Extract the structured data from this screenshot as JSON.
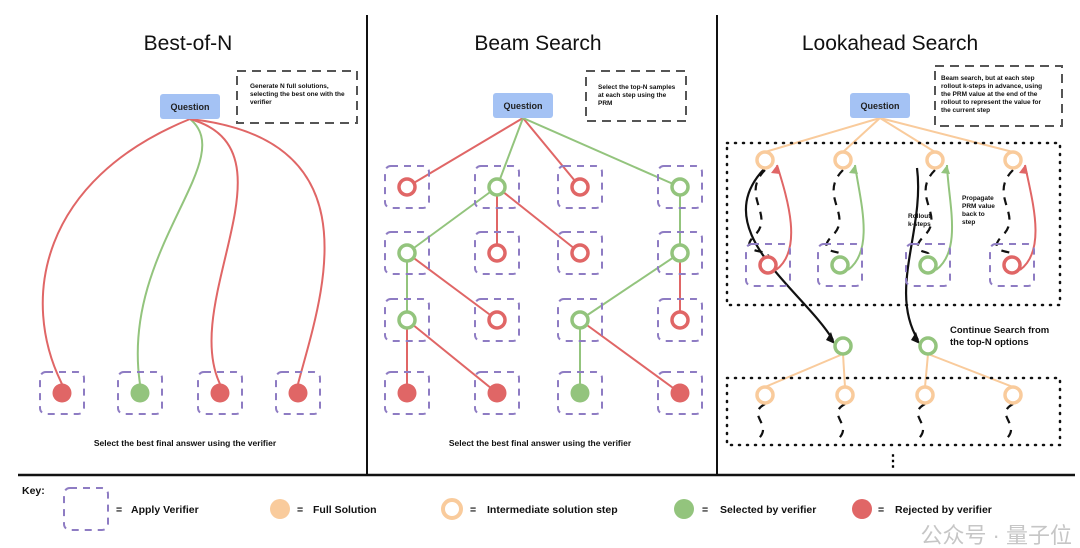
{
  "colors": {
    "red": "#e06666",
    "green": "#93c47d",
    "orange": "#f9cb9c",
    "verifier": "#8e7cc3",
    "question": "#a4c2f4"
  },
  "panels": [
    {
      "title": "Best-of-N",
      "question": "Question",
      "note": [
        "Generate N full solutions,",
        "selecting the best one with the",
        "verifier"
      ],
      "caption": "Select the best final answer using the verifier",
      "leaves": [
        "red",
        "green",
        "red",
        "red"
      ]
    },
    {
      "title": "Beam Search",
      "question": "Question",
      "note": [
        "Select the top-N samples",
        "at each step using the",
        "PRM"
      ],
      "caption": "Select the best final answer using the verifier",
      "rows": [
        [
          "red",
          "green",
          "red",
          "green"
        ],
        [
          "green",
          "red",
          "red",
          "green"
        ],
        [
          "green",
          "red",
          "green",
          "red"
        ],
        [
          "red",
          "red",
          "green",
          "red"
        ]
      ]
    },
    {
      "title": "Lookahead Search",
      "question": "Question",
      "note": [
        "Beam search, but at each step",
        "rollout k-steps in advance, using",
        "the PRM value at the end of the",
        "rollout to represent the value for",
        "the current step"
      ],
      "rollout_label": [
        "Rollout",
        "k-steps"
      ],
      "propagate_label": [
        "Propagate",
        "PRM value",
        "back to",
        "step"
      ],
      "continue_label": [
        "Continue Search from",
        "the top-N options"
      ],
      "rollout_leaves": [
        "red",
        "green",
        "green",
        "red"
      ],
      "ellipsis": "⋮"
    }
  ],
  "key": {
    "title": "Key:",
    "items": [
      {
        "icon": "dashed-box",
        "label": "Apply Verifier"
      },
      {
        "icon": "filled-orange-circle",
        "label": "Full Solution"
      },
      {
        "icon": "orange-ring",
        "label": "Intermediate solution step"
      },
      {
        "icon": "filled-green-circle",
        "label": "Selected by verifier"
      },
      {
        "icon": "filled-red-circle",
        "label": "Rejected by verifier"
      }
    ],
    "equals": "="
  },
  "watermark": "公众号 · 量子位"
}
